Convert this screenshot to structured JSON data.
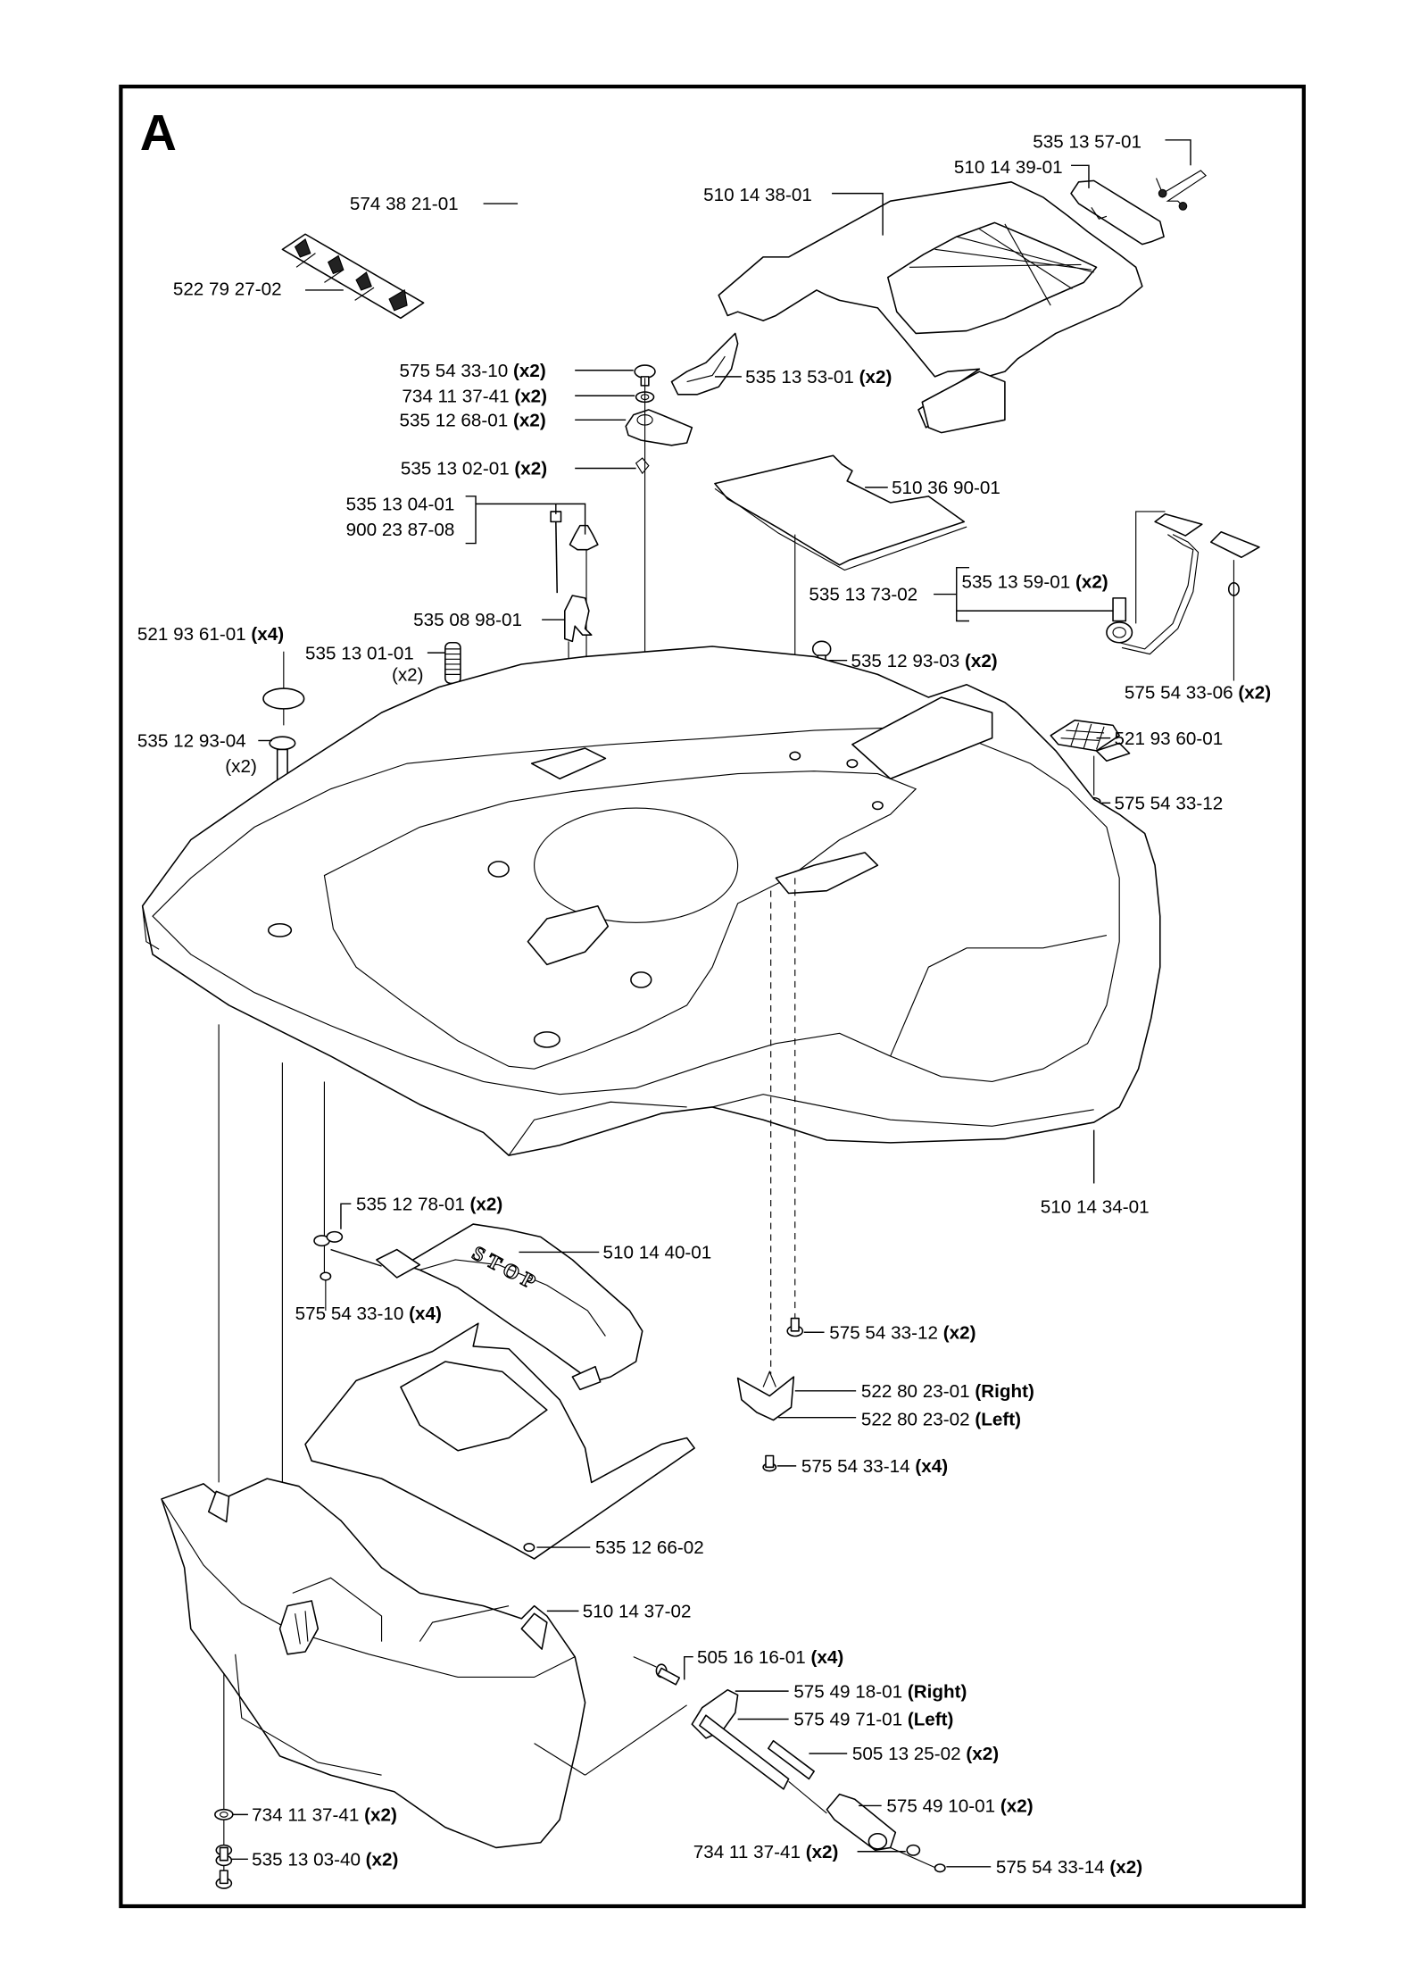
{
  "section_letter": "A",
  "callouts": [
    {
      "id": "c01",
      "part": "535 13 57-01",
      "qty": ""
    },
    {
      "id": "c02",
      "part": "510 14 39-01",
      "qty": ""
    },
    {
      "id": "c03",
      "part": "574 38 21-01",
      "qty": ""
    },
    {
      "id": "c04",
      "part": "510 14 38-01",
      "qty": ""
    },
    {
      "id": "c05",
      "part": "522 79 27-02",
      "qty": ""
    },
    {
      "id": "c06",
      "part": "575 54 33-10",
      "qty": "(x2)"
    },
    {
      "id": "c07",
      "part": "734 11 37-41",
      "qty": "(x2)"
    },
    {
      "id": "c08",
      "part": "535 12 68-01",
      "qty": "(x2)"
    },
    {
      "id": "c09",
      "part": "535 13 53-01",
      "qty": "(x2)"
    },
    {
      "id": "c10",
      "part": "535 13 02-01",
      "qty": "(x2)"
    },
    {
      "id": "c11",
      "part": "510 36 90-01",
      "qty": ""
    },
    {
      "id": "c12",
      "part": "535 13 04-01",
      "qty": ""
    },
    {
      "id": "c13",
      "part": "900 23 87-08",
      "qty": ""
    },
    {
      "id": "c14",
      "part": "535 13 59-01",
      "qty": "(x2)"
    },
    {
      "id": "c15",
      "part": "535 13 73-02",
      "qty": ""
    },
    {
      "id": "c16",
      "part": "535 08 98-01",
      "qty": ""
    },
    {
      "id": "c17",
      "part": "521 93 61-01",
      "qty": "(x4)"
    },
    {
      "id": "c18",
      "part": "535 13 01-01",
      "qty": "(x2)"
    },
    {
      "id": "c19",
      "part": "535 12 93-03",
      "qty": "(x2)"
    },
    {
      "id": "c20",
      "part": "575 54 33-06",
      "qty": "(x2)"
    },
    {
      "id": "c21",
      "part": "535 12 93-04",
      "qty": "(x2)"
    },
    {
      "id": "c22",
      "part": "521 93 60-01",
      "qty": ""
    },
    {
      "id": "c23",
      "part": "575 54 33-12",
      "qty": ""
    },
    {
      "id": "c24",
      "part": "510 14 34-01",
      "qty": ""
    },
    {
      "id": "c25",
      "part": "535 12 78-01",
      "qty": "(x2)"
    },
    {
      "id": "c26",
      "part": "510 14 40-01",
      "qty": ""
    },
    {
      "id": "c27",
      "part": "575 54 33-10",
      "qty": "(x4)"
    },
    {
      "id": "c28",
      "part": "575 54 33-12",
      "qty": "(x2)"
    },
    {
      "id": "c29",
      "part": "522 80 23-01",
      "qty": "(Right)"
    },
    {
      "id": "c30",
      "part": "522 80 23-02",
      "qty": "(Left)"
    },
    {
      "id": "c31",
      "part": "575 54 33-14",
      "qty": "(x4)"
    },
    {
      "id": "c32",
      "part": "535 12 66-02",
      "qty": ""
    },
    {
      "id": "c33",
      "part": "510 14 37-02",
      "qty": ""
    },
    {
      "id": "c34",
      "part": "505 16 16-01",
      "qty": "(x4)"
    },
    {
      "id": "c35",
      "part": "575 49 18-01",
      "qty": "(Right)"
    },
    {
      "id": "c36",
      "part": "575 49 71-01",
      "qty": "(Left)"
    },
    {
      "id": "c37",
      "part": "505 13 25-02",
      "qty": "(x2)"
    },
    {
      "id": "c38",
      "part": "575 49 10-01",
      "qty": "(x2)"
    },
    {
      "id": "c39",
      "part": "734 11 37-41",
      "qty": "(x2)"
    },
    {
      "id": "c40",
      "part": "575 54 33-14",
      "qty": "(x2)"
    },
    {
      "id": "c41",
      "part": "734 11 37-41",
      "qty": "(x2)"
    },
    {
      "id": "c42",
      "part": "535 13 03-40",
      "qty": "(x2)"
    }
  ],
  "embossed_text": {
    "stop_cover": "STOP"
  }
}
